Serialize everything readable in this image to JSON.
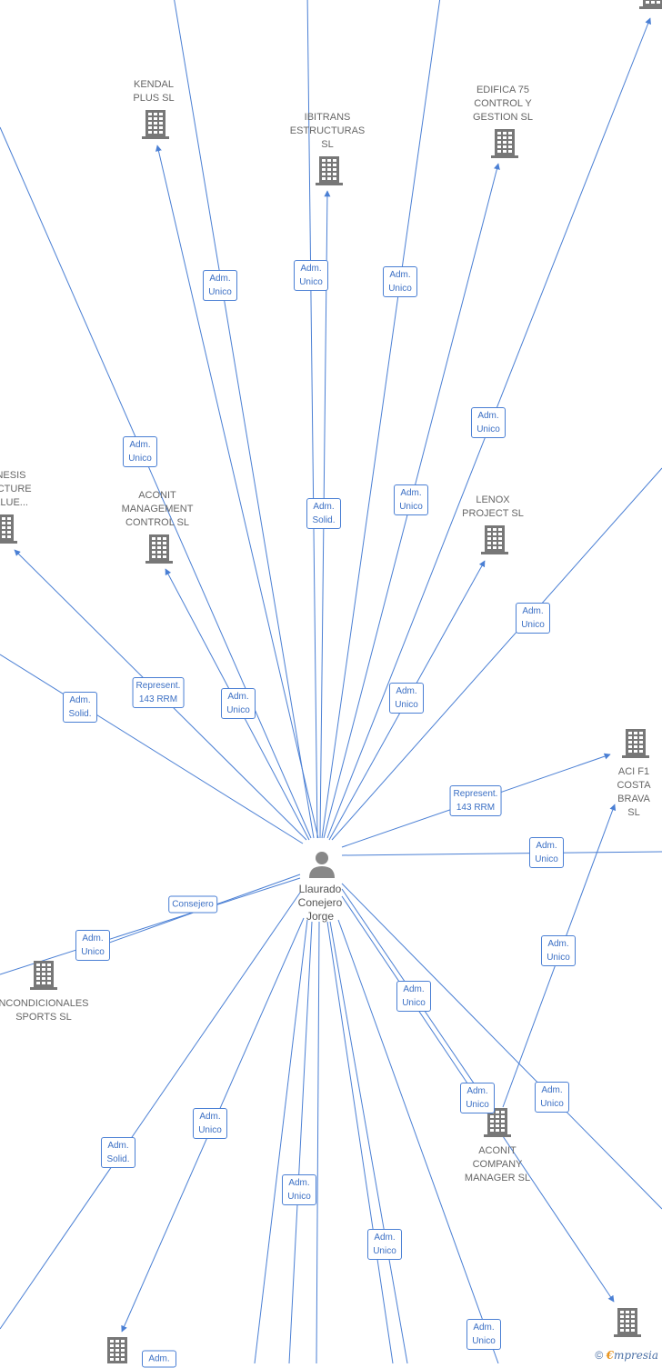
{
  "center": {
    "label": "Llaurado\nConejero\nJorge",
    "icon": "person-icon"
  },
  "companies": [
    {
      "id": "kendal",
      "label": "KENDAL\nPLUS SL"
    },
    {
      "id": "ibitrans",
      "label": "IBITRANS\nESTRUCTURAS\nSL"
    },
    {
      "id": "edifica",
      "label": "EDIFICA 75\nCONTROL Y\nGESTION SL"
    },
    {
      "id": "genesis",
      "label": "NESIS\nECTURE\nALUE..."
    },
    {
      "id": "aconit_mgmt",
      "label": "ACONIT\nMANAGEMENT\nCONTROL SL"
    },
    {
      "id": "lenox",
      "label": "LENOX\nPROJECT SL"
    },
    {
      "id": "aci",
      "label": "ACI F1\nCOSTA\nBRAVA SL"
    },
    {
      "id": "incondicionales",
      "label": "NCONDICIONALES\nSPORTS SL"
    },
    {
      "id": "aconit_company",
      "label": "ACONIT\nCOMPANY\nMANAGER SL"
    },
    {
      "id": "bottom_right",
      "label": ""
    },
    {
      "id": "bottom_left",
      "label": ""
    },
    {
      "id": "top_right",
      "label": ""
    }
  ],
  "edge_labels": [
    {
      "id": "e_kendal",
      "text": "Adm.\nUnico"
    },
    {
      "id": "e_top1",
      "text": "Adm.\nUnico"
    },
    {
      "id": "e_ibitrans",
      "text": "Adm.\nUnico"
    },
    {
      "id": "e_edifica",
      "text": "Adm.\nUnico"
    },
    {
      "id": "e_left_top",
      "text": "Adm.\nUnico"
    },
    {
      "id": "e_topright",
      "text": "Adm.\nUnico"
    },
    {
      "id": "e_solid_mid",
      "text": "Adm.\nSolid."
    },
    {
      "id": "e_lenox_upper",
      "text": "Adm.\nUnico"
    },
    {
      "id": "e_far_right",
      "text": "Adm.\nUnico"
    },
    {
      "id": "e_genesis",
      "text": "Represent.\n143 RRM"
    },
    {
      "id": "e_aconit_mgmt",
      "text": "Adm.\nUnico"
    },
    {
      "id": "e_lenox",
      "text": "Adm.\nUnico"
    },
    {
      "id": "e_left_solid",
      "text": "Adm.\nSolid."
    },
    {
      "id": "e_aci_rep",
      "text": "Represent.\n143 RRM"
    },
    {
      "id": "e_right_mid",
      "text": "Adm.\nUnico"
    },
    {
      "id": "e_consejero",
      "text": "Consejero"
    },
    {
      "id": "e_incond",
      "text": "Adm.\nUnico"
    },
    {
      "id": "e_aci",
      "text": "Adm.\nUnico"
    },
    {
      "id": "e_company_a",
      "text": "Adm.\nUnico"
    },
    {
      "id": "e_company_b",
      "text": "Adm.\nUnico"
    },
    {
      "id": "e_right_low",
      "text": "Adm.\nUnico"
    },
    {
      "id": "e_bottom_left_solid",
      "text": "Adm.\nSolid."
    },
    {
      "id": "e_bl",
      "text": "Adm.\nUnico"
    },
    {
      "id": "e_bottom_mid",
      "text": "Adm.\nUnico"
    },
    {
      "id": "e_bottom_mid2",
      "text": "Adm.\nUnico"
    },
    {
      "id": "e_bottom_r",
      "text": "Adm.\nUnico"
    },
    {
      "id": "e_bottom_cut",
      "text": "Adm."
    }
  ],
  "brand": {
    "copyright": "©",
    "e": "€",
    "rest": "mpresia"
  },
  "colors": {
    "edge": "#4a7fd4",
    "building": "#777777",
    "person": "#888888"
  }
}
